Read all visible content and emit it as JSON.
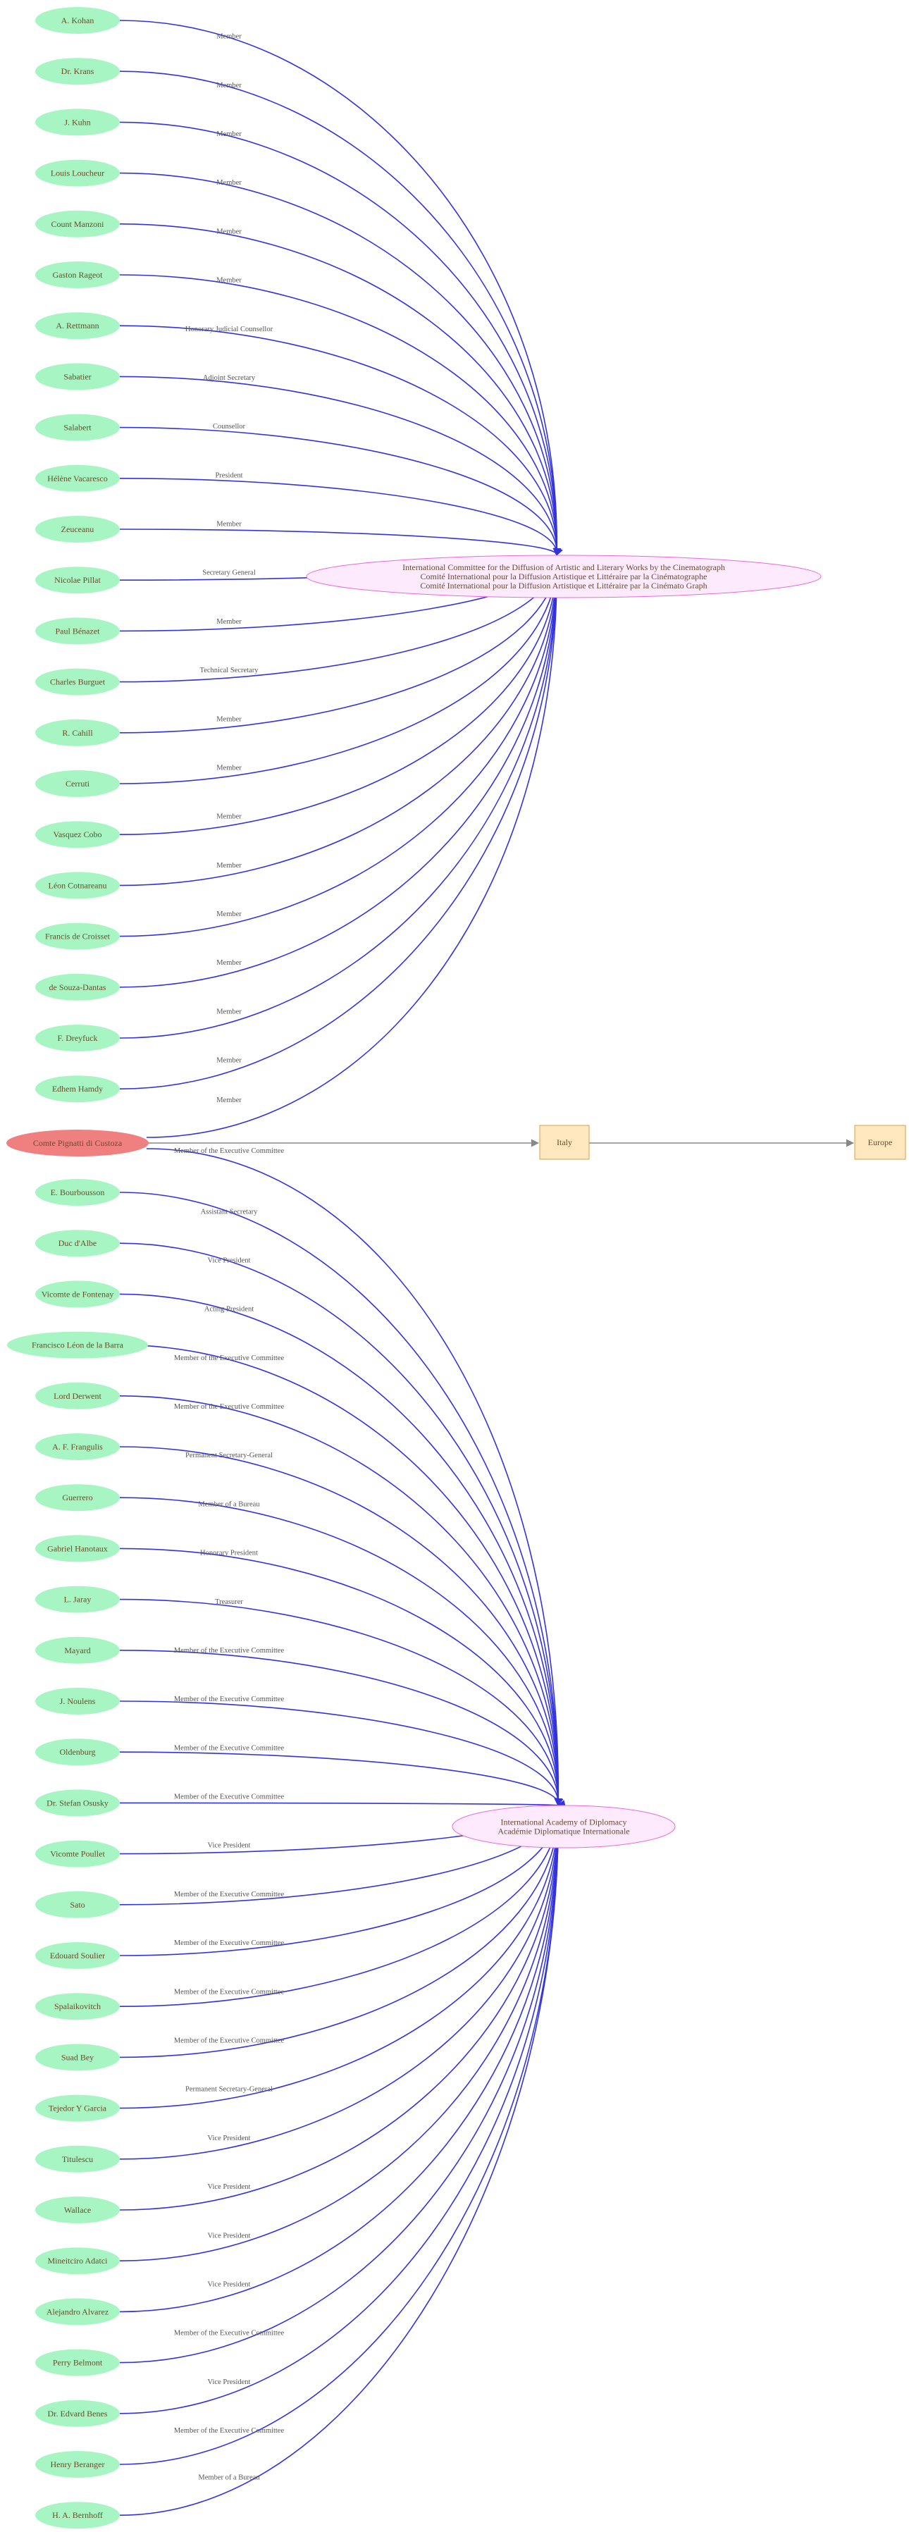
{
  "colors": {
    "person_fill": "#a8f5c4",
    "root_person_fill": "#f08080",
    "org_fill": "#fdeafd",
    "org_stroke": "#e86ad8",
    "place_fill": "#ffe8c0",
    "place_stroke": "#d4a040",
    "edge_blue": "#3333dd",
    "edge_gray": "#888888",
    "text": "#6b4a2b"
  },
  "organizations": {
    "cinema": {
      "lines": [
        "International Committee for the Diffusion of Artistic and Literary Works by the Cinematograph",
        "Comité International pour la Diffusion Artistique et Littéraire par la Cinématographe",
        "Comité International pour la Diffusion Artistique et Littéraire par la Cinémato Graph"
      ]
    },
    "academy": {
      "lines": [
        "International Academy of Diplomacy",
        "Académie Diplomatique Internationale"
      ]
    }
  },
  "places": {
    "italy": "Italy",
    "europe": "Europe"
  },
  "root_person": {
    "name": "Comte Pignatti di Custoza",
    "cinema_role": "Member",
    "academy_role": "Member of the Executive Committee"
  },
  "cinema_members": [
    {
      "name": "A. Kohan",
      "role": "Member"
    },
    {
      "name": "Dr. Krans",
      "role": "Member"
    },
    {
      "name": "J. Kuhn",
      "role": "Member"
    },
    {
      "name": "Louis Loucheur",
      "role": "Member"
    },
    {
      "name": "Count Manzoni",
      "role": "Member"
    },
    {
      "name": "Gaston Rageot",
      "role": "Member"
    },
    {
      "name": "A. Rettmann",
      "role": "Honorary Judicial Counsellor"
    },
    {
      "name": "Sabatier",
      "role": "Adjoint Secretary"
    },
    {
      "name": "Salabert",
      "role": "Counsellor"
    },
    {
      "name": "Hélène Vacaresco",
      "role": "President"
    },
    {
      "name": "Zeuceanu",
      "role": "Member"
    },
    {
      "name": "Nicolae Pillat",
      "role": "Secretary General"
    },
    {
      "name": "Paul Bénazet",
      "role": "Member"
    },
    {
      "name": "Charles Burguet",
      "role": "Technical Secretary"
    },
    {
      "name": "R. Cahill",
      "role": "Member"
    },
    {
      "name": "Cerruti",
      "role": "Member"
    },
    {
      "name": "Vasquez Cobo",
      "role": "Member"
    },
    {
      "name": "Léon Cotnareanu",
      "role": "Member"
    },
    {
      "name": "Francis  de Croisset",
      "role": "Member"
    },
    {
      "name": "de Souza-Dantas",
      "role": "Member"
    },
    {
      "name": "F. Dreyfuck",
      "role": "Member"
    },
    {
      "name": "Edhem Hamdy",
      "role": "Member"
    }
  ],
  "academy_members": [
    {
      "name": "E. Bourbousson",
      "role": "Assistant Secretary"
    },
    {
      "name": "Duc d'Albe",
      "role": "Vice President"
    },
    {
      "name": "Vicomte de Fontenay",
      "role": "Acting President"
    },
    {
      "name": "Francisco Léon de la Barra",
      "role": "Member of the Executive Committee"
    },
    {
      "name": "Lord Derwent",
      "role": "Member of the Executive Committee"
    },
    {
      "name": "A. F. Frangulis",
      "role": "Permanent Secretary-General"
    },
    {
      "name": "Guerrero",
      "role": "Member of a Bureau"
    },
    {
      "name": "Gabriel Hanotaux",
      "role": "Honorary President"
    },
    {
      "name": "L. Jaray",
      "role": "Treasurer"
    },
    {
      "name": "Mayard",
      "role": "Member of the Executive Committee"
    },
    {
      "name": "J. Noulens",
      "role": "Member of the Executive Committee"
    },
    {
      "name": "Oldenburg",
      "role": "Member of the Executive Committee"
    },
    {
      "name": "Dr. Stefan  Osusky",
      "role": "Member of the Executive Committee"
    },
    {
      "name": "Vicomte Poullet",
      "role": "Vice President"
    },
    {
      "name": "Sato",
      "role": "Member of the Executive Committee"
    },
    {
      "name": "Edouard Soulier",
      "role": "Member of the Executive Committee"
    },
    {
      "name": "Spalaikovitch",
      "role": "Member of the Executive Committee"
    },
    {
      "name": "Suad Bey",
      "role": "Member of the Executive Committee"
    },
    {
      "name": "Tejedor Y Garcia",
      "role": "Permanent Secretary-General"
    },
    {
      "name": "Titulescu",
      "role": "Vice President"
    },
    {
      "name": "Wallace",
      "role": "Vice President"
    },
    {
      "name": "Mineitciro Adatci",
      "role": "Vice President"
    },
    {
      "name": "Alejandro Alvarez",
      "role": "Vice President"
    },
    {
      "name": "Perry Belmont",
      "role": "Member of the Executive Committee"
    },
    {
      "name": "Dr. Edvard Benes",
      "role": "Vice President"
    },
    {
      "name": "Henry Beranger",
      "role": "Member of the Executive Committee"
    },
    {
      "name": "H. A. Bernhoff",
      "role": "Member of a Bureau"
    }
  ]
}
